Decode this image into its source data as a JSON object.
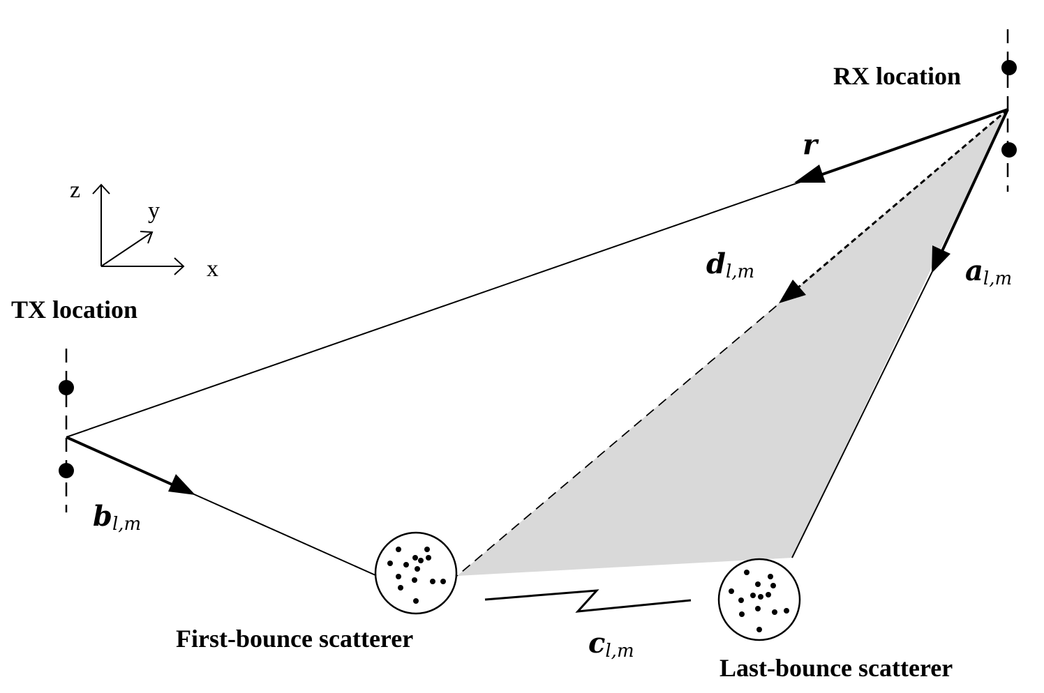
{
  "labels": {
    "tx": "TX location",
    "rx": "RX location",
    "first_scatterer": "First-bounce scatterer",
    "last_scatterer": "Last-bounce scatterer"
  },
  "axes": {
    "x": "x",
    "y": "y",
    "z": "z"
  },
  "vectors": {
    "r": {
      "main": "r",
      "sub": ""
    },
    "d": {
      "main": "d",
      "sub": "l,m"
    },
    "a": {
      "main": "a",
      "sub": "l,m"
    },
    "b": {
      "main": "b",
      "sub": "l,m"
    },
    "c": {
      "main": "c",
      "sub": "l,m"
    }
  },
  "colors": {
    "stroke": "#000000",
    "shade": "#d9d9d9",
    "background": "#ffffff"
  }
}
